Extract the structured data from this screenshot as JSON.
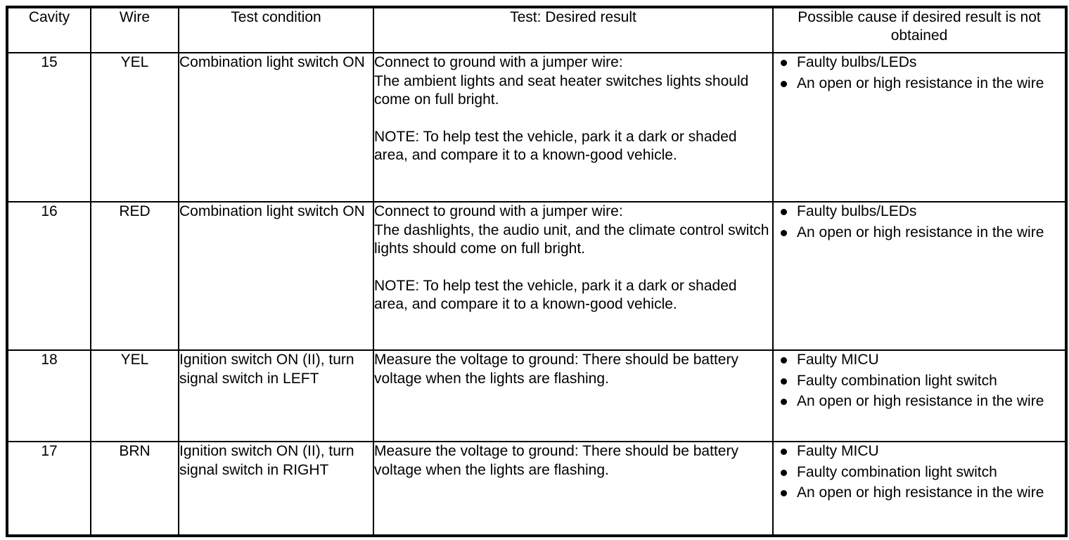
{
  "table": {
    "headers": [
      "Cavity",
      "Wire",
      "Test condition",
      "Test: Desired result",
      "Possible cause if desired result is not obtained"
    ],
    "rows": [
      {
        "cavity": "15",
        "wire": "YEL",
        "test_condition": "Combination light switch ON",
        "test_result_p1": "Connect to ground with a jumper wire:",
        "test_result_p2": "The ambient lights and seat heater switches lights should come on full bright.",
        "test_result_note": "NOTE: To help test the vehicle, park it a dark or shaded area, and compare it to a known-good vehicle.",
        "causes": [
          "Faulty bulbs/LEDs",
          "An open or high resistance in the wire"
        ]
      },
      {
        "cavity": "16",
        "wire": "RED",
        "test_condition": "Combination light switch ON",
        "test_result_p1": "Connect to ground with a jumper wire:",
        "test_result_p2": "The dashlights, the audio unit, and the climate control switch lights should come on full bright.",
        "test_result_note": "NOTE: To help test the vehicle, park it a dark or shaded area, and compare it to a known-good vehicle.",
        "causes": [
          "Faulty bulbs/LEDs",
          "An open or high resistance in the wire"
        ]
      },
      {
        "cavity": "18",
        "wire": "YEL",
        "test_condition": "Ignition switch ON (II), turn signal switch in LEFT",
        "test_result_p1": "Measure the voltage to ground: There should be battery voltage when the lights are flashing.",
        "test_result_p2": "",
        "test_result_note": "",
        "causes": [
          "Faulty MICU",
          "Faulty combination light switch",
          "An open or high resistance in the wire"
        ]
      },
      {
        "cavity": "17",
        "wire": "BRN",
        "test_condition": "Ignition switch ON (II), turn signal switch in RIGHT",
        "test_result_p1": "Measure the voltage to ground: There should be battery voltage when the lights are flashing.",
        "test_result_p2": "",
        "test_result_note": "",
        "causes": [
          "Faulty MICU",
          "Faulty combination light switch",
          "An open or high resistance in the wire"
        ]
      }
    ]
  },
  "colors": {
    "text": "#000000",
    "background": "#ffffff",
    "border": "#000000"
  }
}
